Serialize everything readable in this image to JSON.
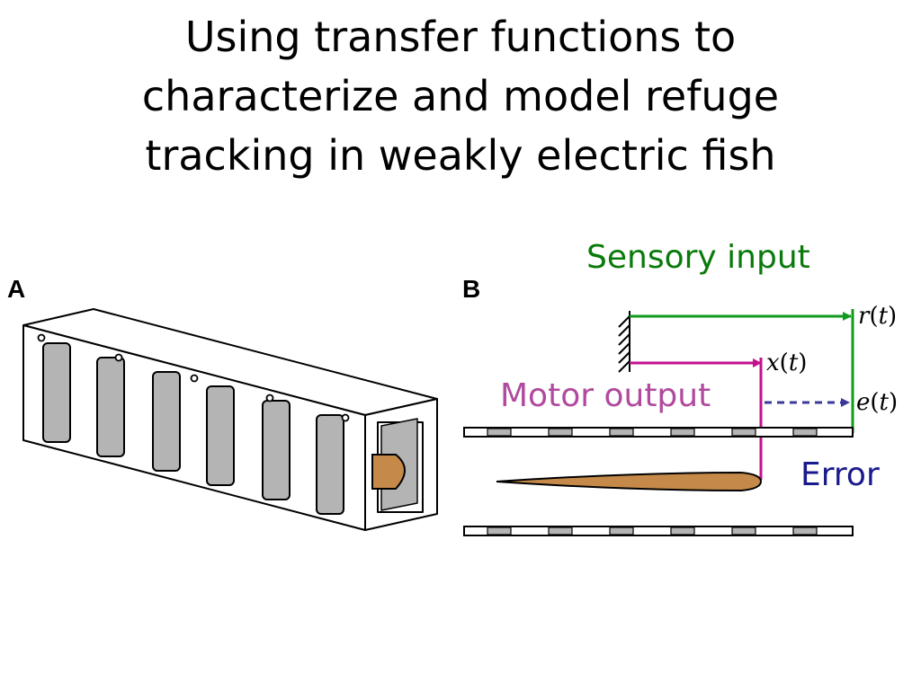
{
  "title": {
    "line1": "Using transfer functions to",
    "line2": "characterize and model refuge",
    "line3": "tracking in weakly electric fish"
  },
  "panel_a": {
    "label": "A"
  },
  "panel_b": {
    "label": "B",
    "sensory_caption": "Sensory input",
    "motor_caption": "Motor output",
    "error_caption": "Error",
    "signal_r": {
      "var": "r",
      "arg": "t"
    },
    "signal_x": {
      "var": "x",
      "arg": "t"
    },
    "signal_e": {
      "var": "e",
      "arg": "t"
    }
  },
  "colors": {
    "sensory": "#109a1e",
    "motor": "#c2118f",
    "error": "#1f1f8f",
    "sensory_caption": "#0a7a0a",
    "motor_caption": "#b04a9e",
    "error_caption": "#1a1a8c",
    "fish": "#c58a4a",
    "window": "#b4b4b4"
  }
}
